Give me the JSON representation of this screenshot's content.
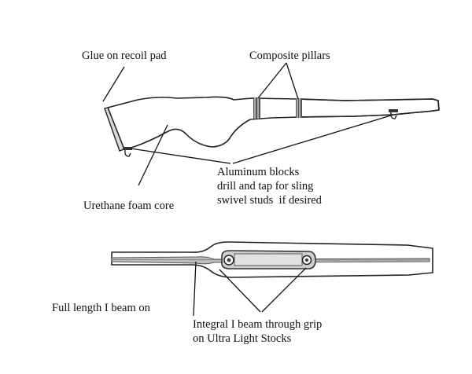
{
  "labels": {
    "glue_recoil_pad": "Glue on recoil pad",
    "composite_pillars": "Composite pillars",
    "aluminum_blocks": [
      "Aluminum blocks",
      "drill and tap for sling",
      "swivel studs  if desired"
    ],
    "urethane_core": "Urethane foam core",
    "full_length_beam": "Full length I beam on",
    "integral_beam": [
      "Integral I beam through grip",
      "on Ultra Light Stocks"
    ]
  },
  "colors": {
    "ink": "#111111",
    "foam_fill": "#f2f2f2",
    "speckle": "#8a8a8a"
  }
}
